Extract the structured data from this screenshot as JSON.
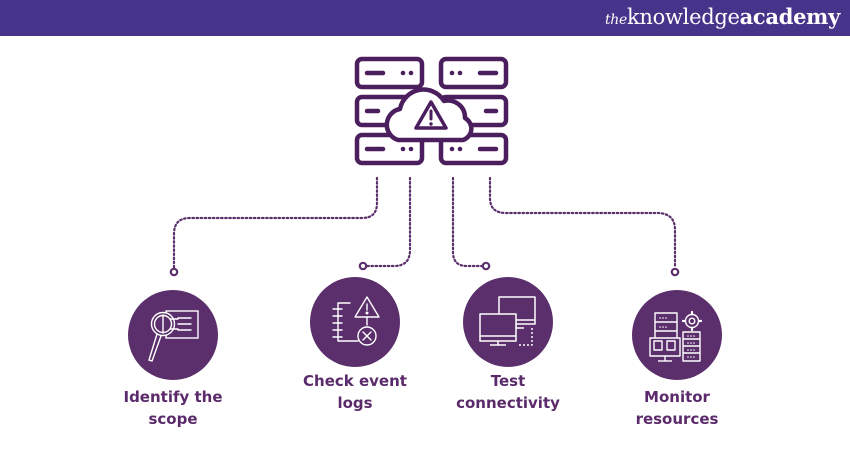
{
  "brand": {
    "prefix": "the",
    "name_part1": "knowledge",
    "name_part2": "academy"
  },
  "colors": {
    "header": "#46338a",
    "icon_stroke": "#4b1e5e",
    "circle_fill": "#5b2f6b",
    "label_text": "#5a2a6a"
  },
  "central": {
    "icon": "server-cloud-warning-icon"
  },
  "steps": [
    {
      "icon": "magnifier-document-icon",
      "line1": "Identify the",
      "line2": "scope"
    },
    {
      "icon": "log-warning-icon",
      "line1": "Check event",
      "line2": "logs"
    },
    {
      "icon": "monitors-connection-icon",
      "line1": "Test",
      "line2": "connectivity"
    },
    {
      "icon": "server-gear-icon",
      "line1": "Monitor",
      "line2": "resources"
    }
  ]
}
